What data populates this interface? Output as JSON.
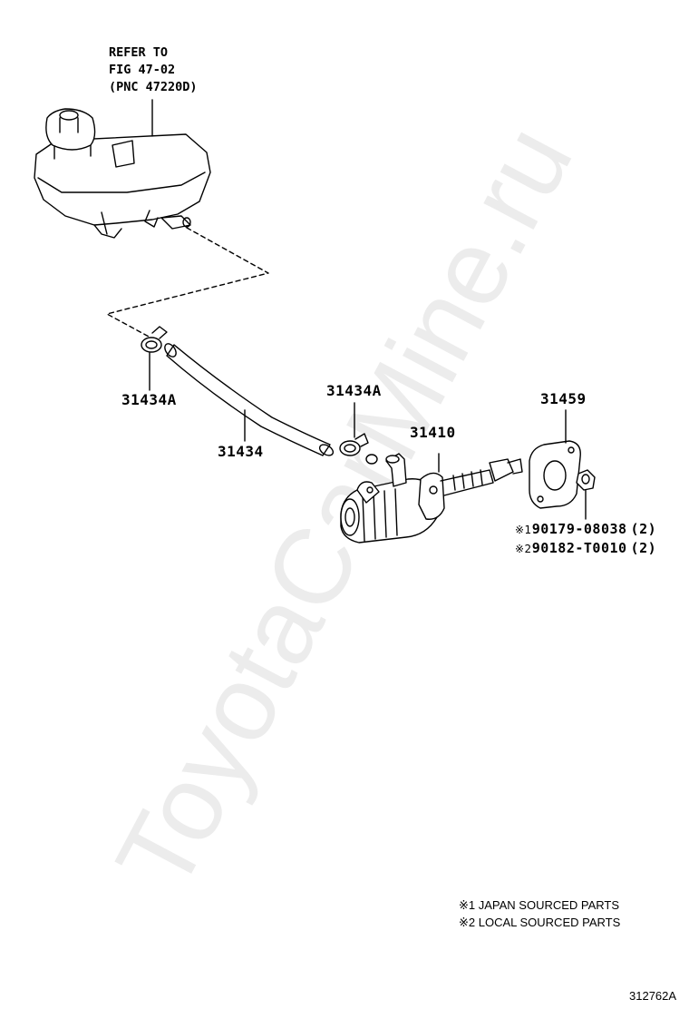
{
  "reference": {
    "line1": "REFER TO",
    "line2": "FIG 47-02",
    "line3": "(PNC 47220D)"
  },
  "parts": {
    "clamp_left": "31434A",
    "hose": "31434",
    "clamp_right": "31434A",
    "clutch_master_cylinder": "31410",
    "gasket": "31459",
    "nut_1_mark": "※1",
    "nut_1_code": "90179-08038",
    "nut_1_qty": "(2)",
    "nut_2_mark": "※2",
    "nut_2_code": "90182-T0010",
    "nut_2_qty": "(2)"
  },
  "notes": {
    "note1": "※1 JAPAN SOURCED PARTS",
    "note2": "※2 LOCAL SOURCED PARTS"
  },
  "diagram_id": "312762A",
  "watermark": "ToyotaCarMine.ru"
}
